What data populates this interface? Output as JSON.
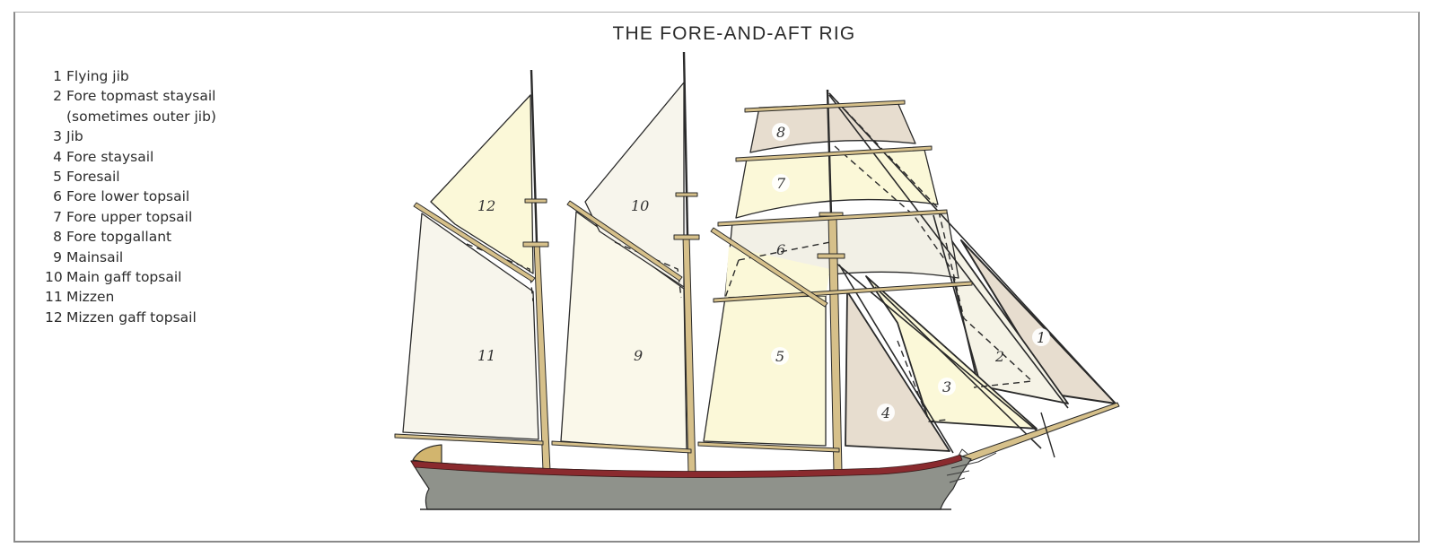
{
  "title": "THE FORE-AND-AFT RIG",
  "legend": [
    {
      "num": "1",
      "label": "Flying jib"
    },
    {
      "num": "2",
      "label": "Fore topmast staysail",
      "note": "(sometimes outer jib)"
    },
    {
      "num": "3",
      "label": "Jib"
    },
    {
      "num": "4",
      "label": "Fore staysail"
    },
    {
      "num": "5",
      "label": "Foresail"
    },
    {
      "num": "6",
      "label": "Fore lower topsail"
    },
    {
      "num": "7",
      "label": "Fore upper topsail"
    },
    {
      "num": "8",
      "label": "Fore topgallant"
    },
    {
      "num": "9",
      "label": "Mainsail"
    },
    {
      "num": "10",
      "label": "Main gaff topsail"
    },
    {
      "num": "11",
      "label": "Mizzen"
    },
    {
      "num": "12",
      "label": "Mizzen gaff topsail"
    }
  ],
  "sail_labels": {
    "s1": "1",
    "s2": "2",
    "s3": "3",
    "s4": "4",
    "s5": "5",
    "s6": "6",
    "s7": "7",
    "s8": "8",
    "s9": "9",
    "s10": "10",
    "s11": "11",
    "s12": "12"
  },
  "colors": {
    "hull": "#8f928b",
    "sheer_stripe": "#8a2a2e",
    "spar": "#d6c08a",
    "sail_white": "#f7f5ec",
    "sail_cream": "#fbf8d8",
    "sail_tan": "#e7ddcf"
  }
}
